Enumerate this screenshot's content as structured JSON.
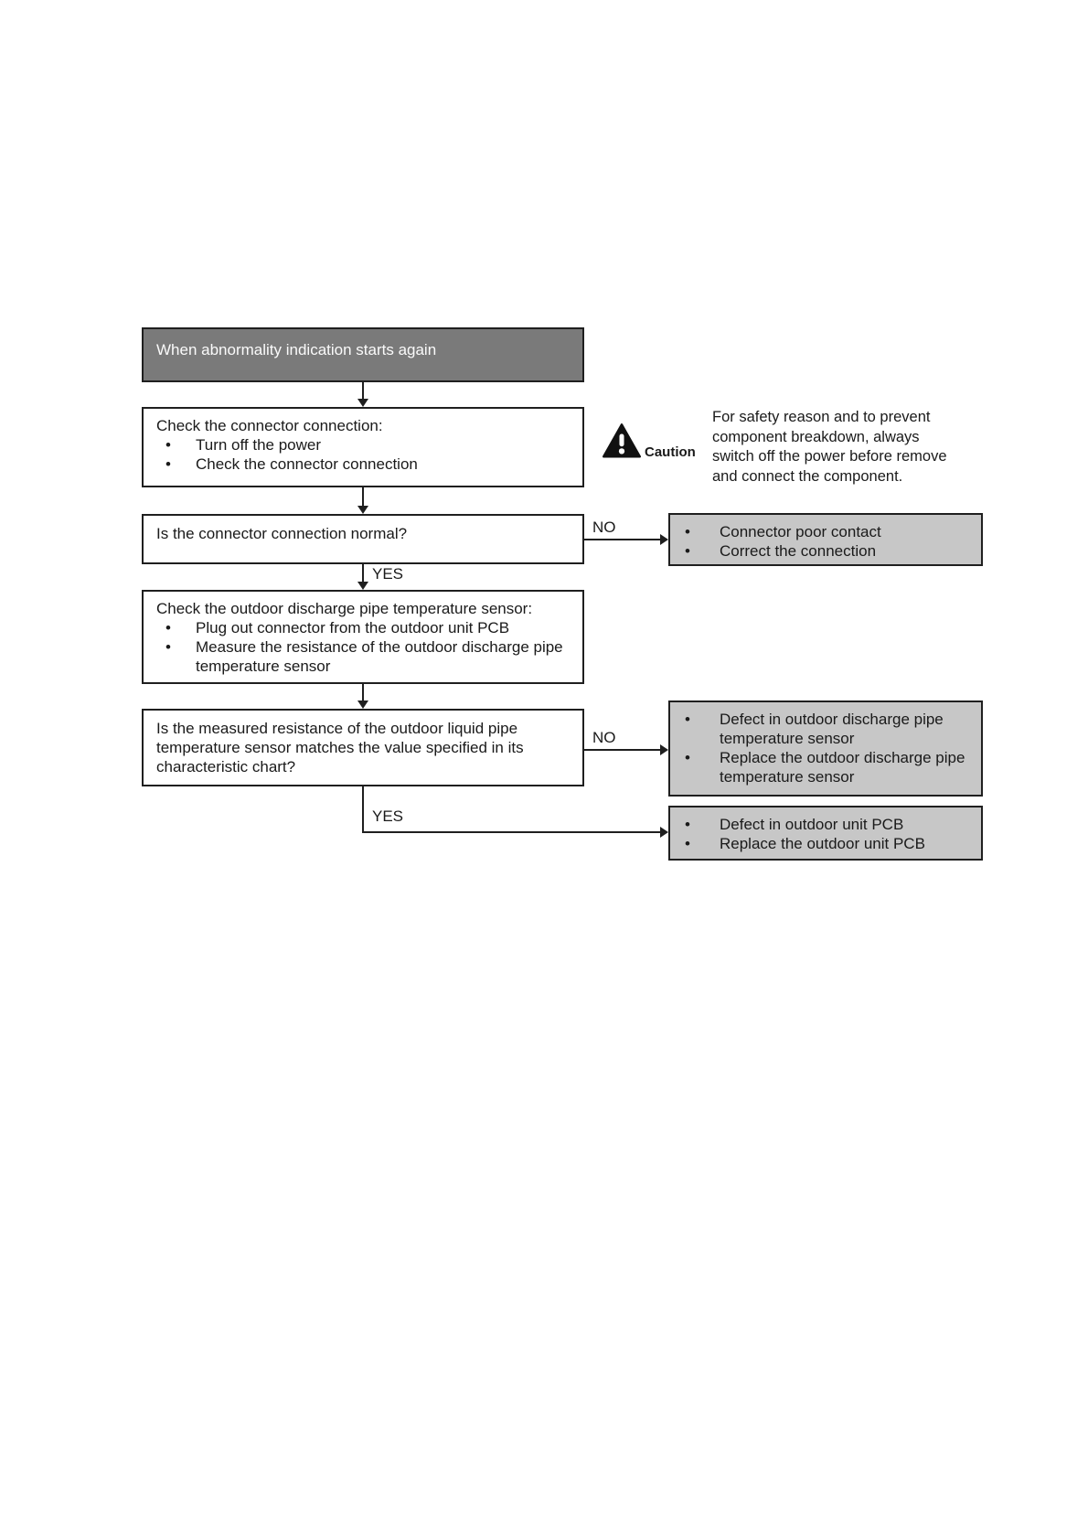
{
  "flowchart": {
    "nodes": {
      "start": {
        "label": "When abnormality indication starts again"
      },
      "check_connector": {
        "title": "Check the connector connection:",
        "bullets": [
          "Turn off the power",
          "Check the connector connection"
        ]
      },
      "decision_connector": {
        "question": "Is the connector connection normal?"
      },
      "check_sensor": {
        "title": "Check the outdoor discharge pipe temperature sensor:",
        "bullets": [
          "Plug out connector from the outdoor unit PCB",
          "Measure the resistance of the outdoor discharge pipe temperature sensor"
        ]
      },
      "decision_resistance": {
        "question": "Is the measured resistance of the outdoor liquid pipe temperature sensor matches the value specified in its characteristic chart?"
      },
      "result_connector": {
        "bullets": [
          "Connector poor contact",
          "Correct the connection"
        ]
      },
      "result_sensor": {
        "bullets": [
          "Defect in outdoor discharge pipe temperature sensor",
          "Replace the outdoor discharge pipe temperature sensor"
        ]
      },
      "result_pcb": {
        "bullets": [
          "Defect in outdoor unit PCB",
          "Replace the outdoor unit PCB"
        ]
      }
    },
    "labels": {
      "yes": "YES",
      "no": "NO"
    },
    "caution": {
      "label": "Caution",
      "text": "For safety reason and to prevent component breakdown, always switch off the power before remove and connect the component."
    },
    "colors": {
      "start_fill": "#7a7a7a",
      "start_text": "#fafafa",
      "result_fill": "#c7c7c7",
      "box_border": "#1f1f1f",
      "line": "#1f1f1f",
      "page_background": "#ffffff"
    }
  }
}
